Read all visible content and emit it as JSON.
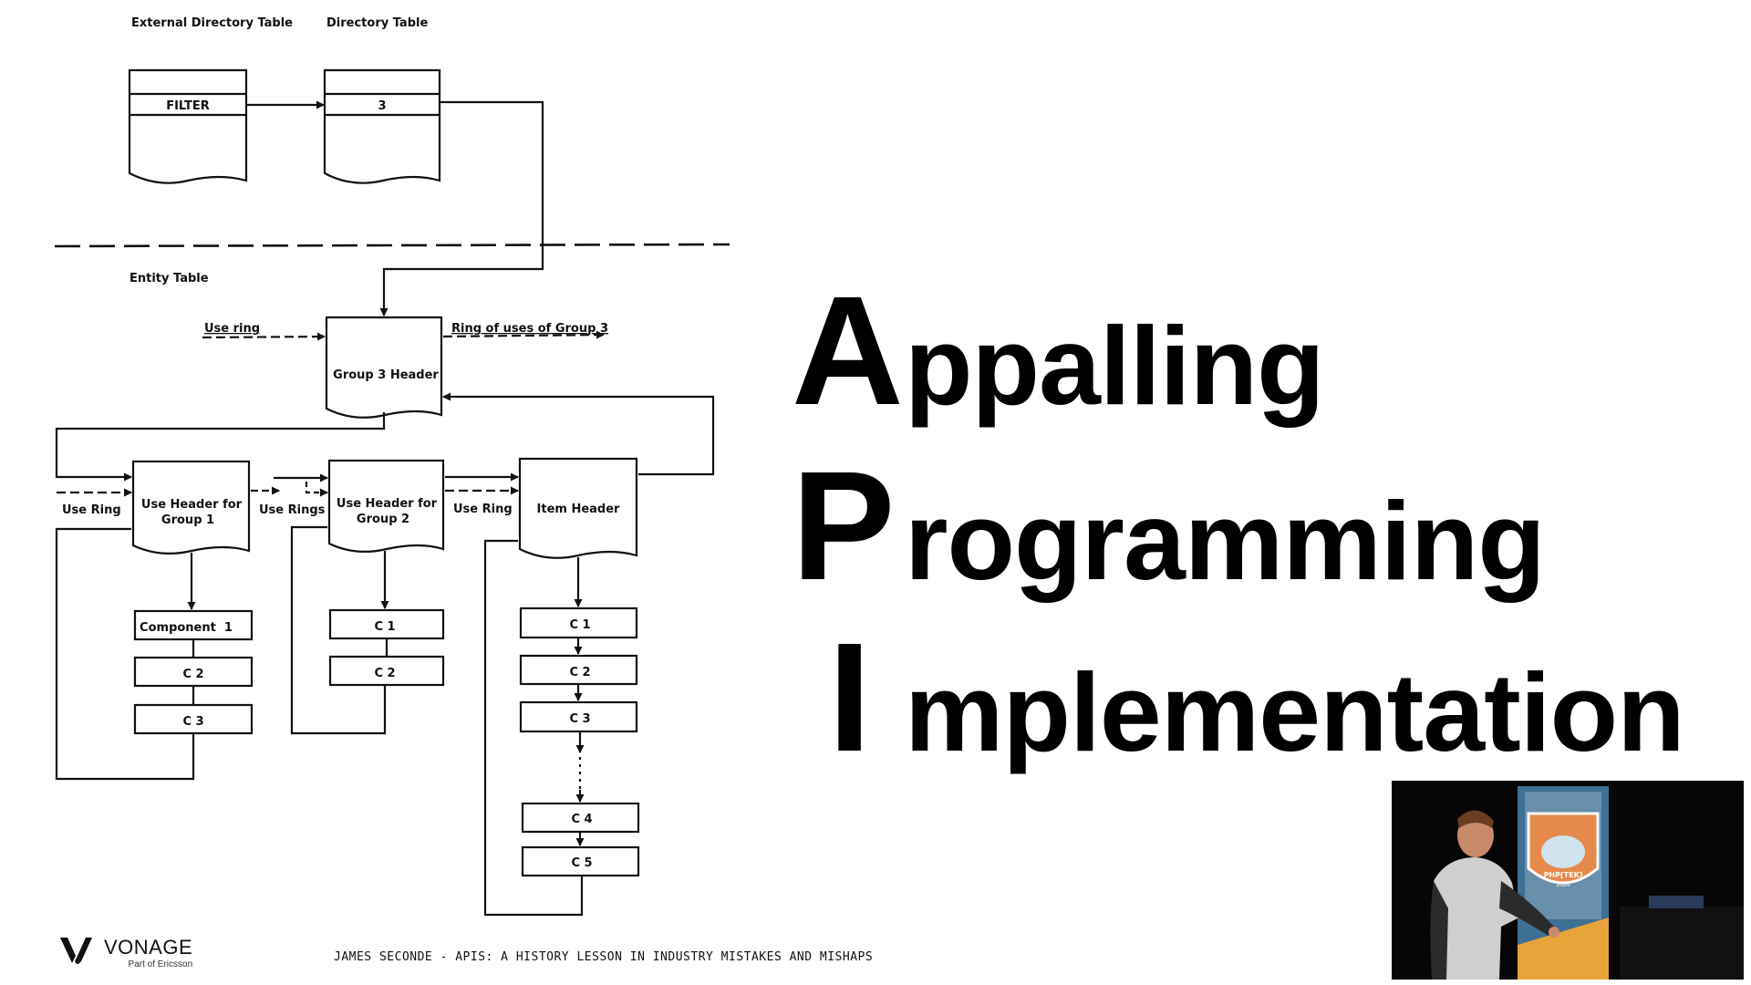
{
  "diagram": {
    "section_labels": {
      "external_directory_table": "External Directory Table",
      "directory_table": "Directory Table",
      "entity_table": "Entity Table"
    },
    "tables": {
      "filter_entry": "FILTER",
      "directory_entry": "3"
    },
    "headers": {
      "group3": "Group 3 Header",
      "use_header_group1_line1": "Use Header for",
      "use_header_group1_line2": "Group 1",
      "use_header_group2_line1": "Use Header for",
      "use_header_group2_line2": "Group 2",
      "item": "Item Header"
    },
    "edge_labels": {
      "use_ring_top": "Use ring",
      "ring_of_uses": "Ring of uses of Group 3",
      "use_ring_left": "Use Ring",
      "use_rings": "Use Rings",
      "use_ring_mid": "Use Ring"
    },
    "components": {
      "group1": [
        "Component  1",
        "C 2",
        "C 3"
      ],
      "group2": [
        "C 1",
        "C 2"
      ],
      "item": [
        "C 1",
        "C 2",
        "C 3",
        "C 4",
        "C 5"
      ]
    }
  },
  "acronym": {
    "lines": [
      {
        "letter": "A",
        "rest": "ppalling"
      },
      {
        "letter": "P",
        "rest": "rogramming"
      },
      {
        "letter": "I",
        "rest": "mplementation"
      }
    ]
  },
  "footer": {
    "brand": "VONAGE",
    "brand_sub": "Part of Ericsson",
    "talk": "JAMES SECONDE - APIS: A HISTORY LESSON IN INDUSTRY MISTAKES AND MISHAPS"
  },
  "video": {
    "banner_year": "2024",
    "banner_name": "PHP[TEK]"
  }
}
